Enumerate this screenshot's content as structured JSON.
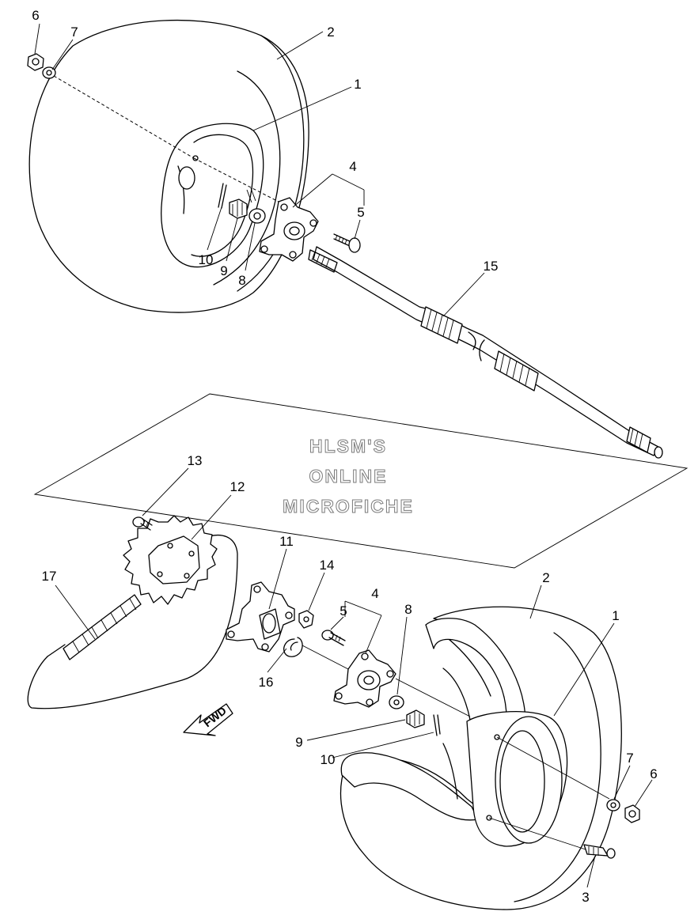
{
  "watermark": {
    "line1": "HLSM'S",
    "line2": "ONLINE",
    "line3": "MICROFICHE"
  },
  "direction_arrow": {
    "label": "FWD"
  },
  "callouts": {
    "upper": {
      "c6": "6",
      "c7": "7",
      "c2": "2",
      "c1": "1",
      "c4": "4",
      "c5": "5",
      "c15": "15",
      "c10": "10",
      "c9": "9",
      "c8": "8"
    },
    "lower": {
      "c13": "13",
      "c12": "12",
      "c17": "17",
      "c11": "11",
      "c14": "14",
      "c4": "4",
      "c5": "5",
      "c8": "8",
      "c16": "16",
      "c2": "2",
      "c1": "1",
      "c9": "9",
      "c10": "10",
      "c7": "7",
      "c6": "6",
      "c3": "3"
    }
  }
}
